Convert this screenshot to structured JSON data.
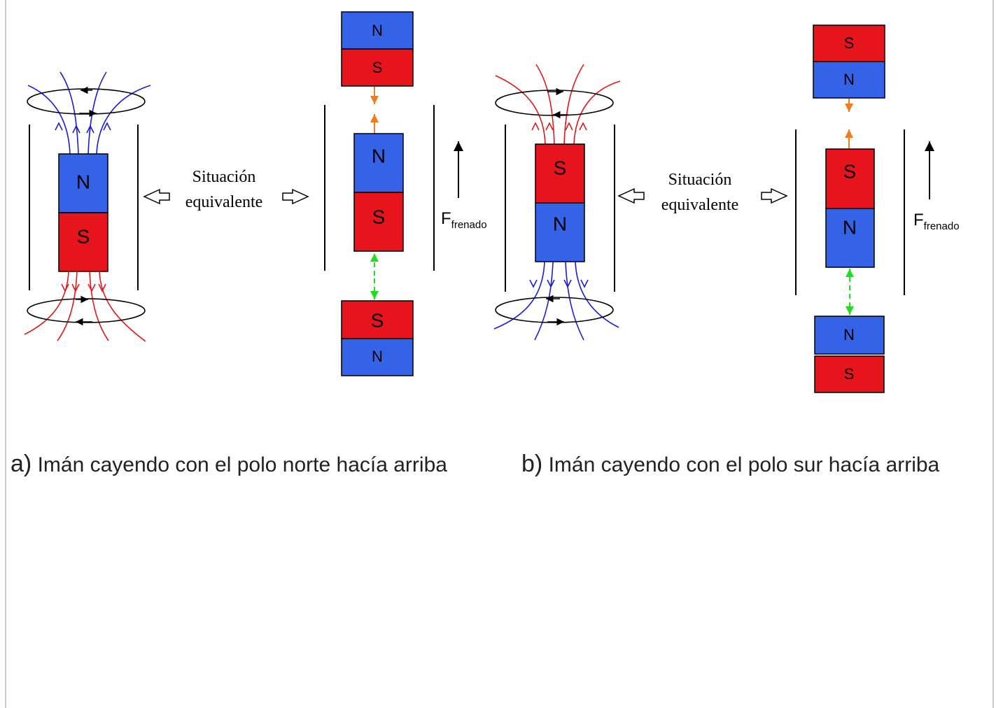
{
  "colors": {
    "north": "#3563e8",
    "south": "#e8141c",
    "attract_arrow": "#f47a1e",
    "repel_arrow": "#22dd22",
    "field_north": "#1b1bd6",
    "field_south": "#e01818"
  },
  "poles": {
    "north": "N",
    "south": "S"
  },
  "equivalent_label": {
    "line1": "Situación",
    "line2": "equivalente"
  },
  "force_label": {
    "main": "F",
    "sub": "frenado"
  },
  "captions": {
    "a": {
      "letter": "a)",
      "text": " Imán cayendo con el polo norte hacía arriba"
    },
    "b": {
      "letter": "b)",
      "text": " Imán cayendo con el polo sur hacía arriba"
    }
  }
}
